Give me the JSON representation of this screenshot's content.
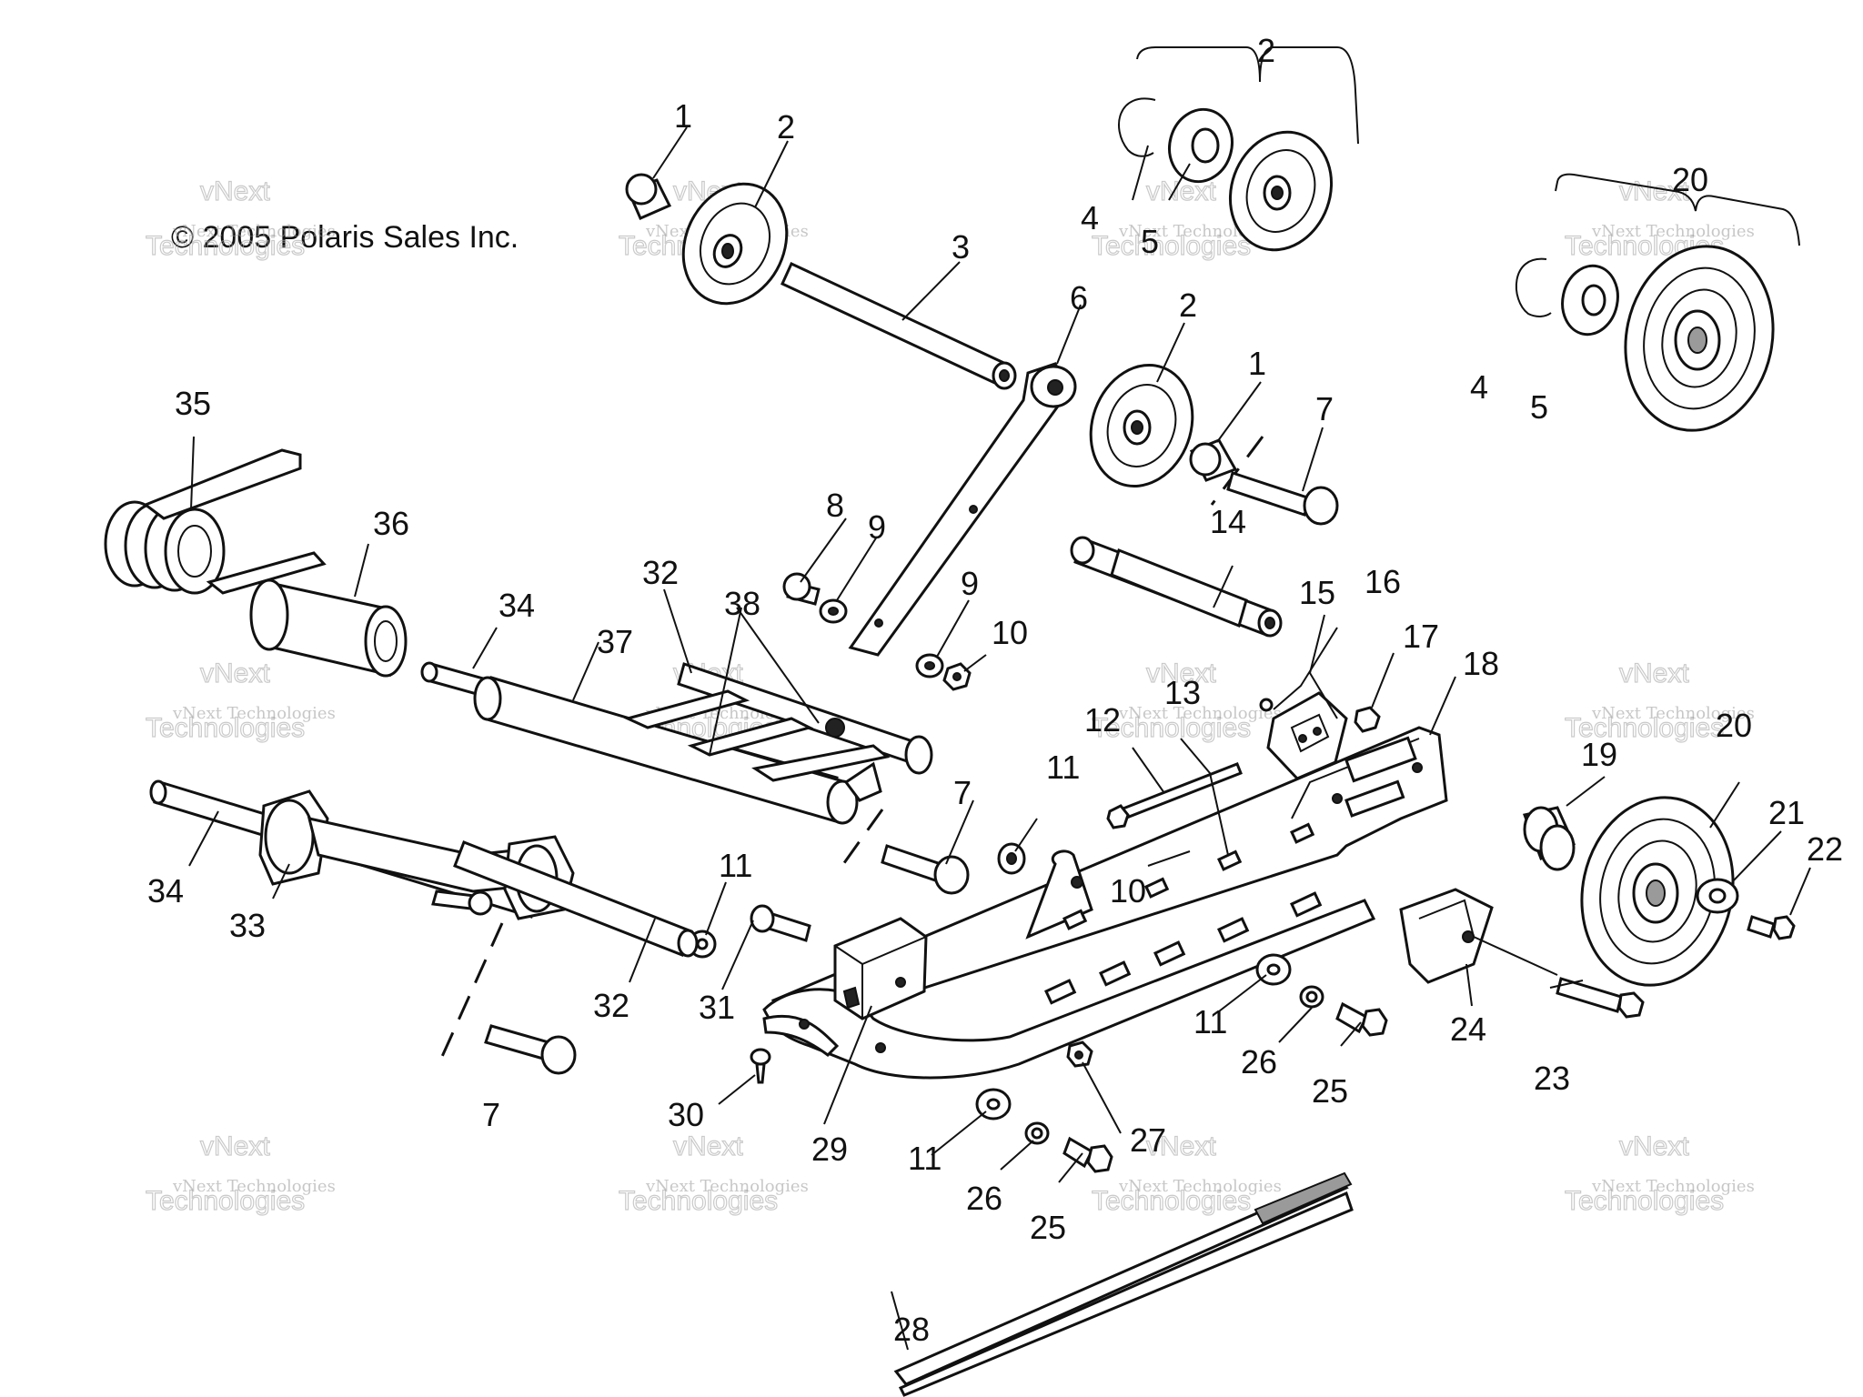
{
  "copyright": "© 2005 Polaris Sales Inc.",
  "watermark": {
    "line1": "vNext Technologies",
    "line2": "vNext",
    "line3": "Technologies"
  },
  "callouts": [
    {
      "id": "c-1a",
      "text": "1"
    },
    {
      "id": "c-2a",
      "text": "2"
    },
    {
      "id": "c-2b",
      "text": "2"
    },
    {
      "id": "c-2c",
      "text": "2"
    },
    {
      "id": "c-1b",
      "text": "1"
    },
    {
      "id": "c-3",
      "text": "3"
    },
    {
      "id": "c-4a",
      "text": "4"
    },
    {
      "id": "c-5a",
      "text": "5"
    },
    {
      "id": "c-4b",
      "text": "4"
    },
    {
      "id": "c-5b",
      "text": "5"
    },
    {
      "id": "c-6",
      "text": "6"
    },
    {
      "id": "c-7a",
      "text": "7"
    },
    {
      "id": "c-7b",
      "text": "7"
    },
    {
      "id": "c-7c",
      "text": "7"
    },
    {
      "id": "c-8",
      "text": "8"
    },
    {
      "id": "c-9a",
      "text": "9"
    },
    {
      "id": "c-9b",
      "text": "9"
    },
    {
      "id": "c-10a",
      "text": "10"
    },
    {
      "id": "c-10b",
      "text": "10"
    },
    {
      "id": "c-11a",
      "text": "11"
    },
    {
      "id": "c-11b",
      "text": "11"
    },
    {
      "id": "c-11c",
      "text": "11"
    },
    {
      "id": "c-11d",
      "text": "11"
    },
    {
      "id": "c-12",
      "text": "12"
    },
    {
      "id": "c-13",
      "text": "13"
    },
    {
      "id": "c-14",
      "text": "14"
    },
    {
      "id": "c-15",
      "text": "15"
    },
    {
      "id": "c-16",
      "text": "16"
    },
    {
      "id": "c-17",
      "text": "17"
    },
    {
      "id": "c-18",
      "text": "18"
    },
    {
      "id": "c-19",
      "text": "19"
    },
    {
      "id": "c-20a",
      "text": "20"
    },
    {
      "id": "c-20b",
      "text": "20"
    },
    {
      "id": "c-21",
      "text": "21"
    },
    {
      "id": "c-22",
      "text": "22"
    },
    {
      "id": "c-23",
      "text": "23"
    },
    {
      "id": "c-24",
      "text": "24"
    },
    {
      "id": "c-25a",
      "text": "25"
    },
    {
      "id": "c-25b",
      "text": "25"
    },
    {
      "id": "c-26a",
      "text": "26"
    },
    {
      "id": "c-26b",
      "text": "26"
    },
    {
      "id": "c-27",
      "text": "27"
    },
    {
      "id": "c-28",
      "text": "28"
    },
    {
      "id": "c-29",
      "text": "29"
    },
    {
      "id": "c-30",
      "text": "30"
    },
    {
      "id": "c-31",
      "text": "31"
    },
    {
      "id": "c-32a",
      "text": "32"
    },
    {
      "id": "c-32b",
      "text": "32"
    },
    {
      "id": "c-33",
      "text": "33"
    },
    {
      "id": "c-34a",
      "text": "34"
    },
    {
      "id": "c-34b",
      "text": "34"
    },
    {
      "id": "c-35",
      "text": "35"
    },
    {
      "id": "c-36",
      "text": "36"
    },
    {
      "id": "c-37",
      "text": "37"
    },
    {
      "id": "c-38",
      "text": "38"
    }
  ]
}
